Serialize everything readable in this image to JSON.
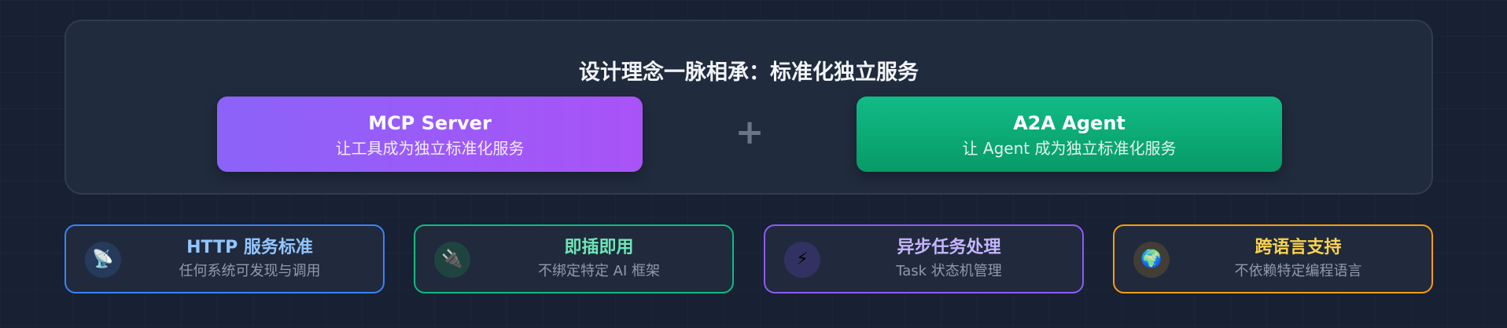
{
  "panel": {
    "title": "设计理念一脉相承：标准化独立服务",
    "plus": "+",
    "left_card": {
      "title": "MCP Server",
      "subtitle": "让工具成为独立标准化服务"
    },
    "right_card": {
      "title": "A2A Agent",
      "subtitle": "让 Agent 成为独立标准化服务"
    }
  },
  "features": [
    {
      "icon": "satellite-dish-icon",
      "glyph": "📡",
      "title": "HTTP 服务标准",
      "desc": "任何系统可发现与调用",
      "color": "#93c5fd"
    },
    {
      "icon": "plug-icon",
      "glyph": "🔌",
      "title": "即插即用",
      "desc": "不绑定特定 AI 框架",
      "color": "#6ee7b7"
    },
    {
      "icon": "lightning-icon",
      "glyph": "⚡",
      "title": "异步任务处理",
      "desc": "Task 状态机管理",
      "color": "#c4b5fd"
    },
    {
      "icon": "globe-icon",
      "glyph": "🌍",
      "title": "跨语言支持",
      "desc": "不依赖特定编程语言",
      "color": "#fcd34d"
    }
  ],
  "colors": {
    "background": "#182033",
    "panel": "#202b3d",
    "mcp_gradient": [
      "#8b63f8",
      "#a953f7"
    ],
    "a2a_gradient": [
      "#12bb86",
      "#079a66"
    ],
    "feature_borders": [
      "#3b82f6",
      "#10b981",
      "#8b5cf6",
      "#f59e0b"
    ]
  }
}
